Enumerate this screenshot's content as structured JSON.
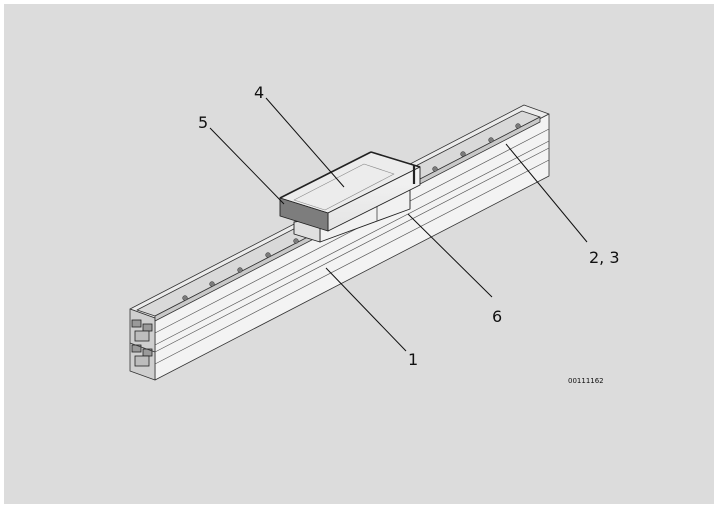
{
  "diagram": {
    "callouts": {
      "c1": "1",
      "c23": "2, 3",
      "c4": "4",
      "c5": "5",
      "c6": "6"
    },
    "doc_id": "00111162"
  }
}
